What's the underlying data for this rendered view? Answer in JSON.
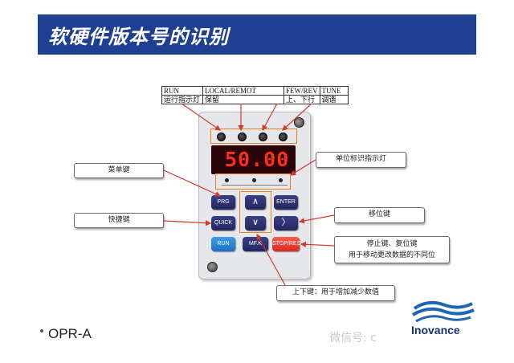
{
  "header": {
    "title": "软硬件版本号的识别"
  },
  "indicator_table": {
    "top_row": [
      "RUN",
      "LOCAL/REMOT",
      "FEW/REV",
      "TUNE"
    ],
    "bottom_row": [
      "运行指示灯",
      "保留",
      "上、下行",
      "调谐"
    ]
  },
  "keypad": {
    "display_value": "50.00",
    "keys": {
      "prg": "PRG",
      "enter": "ENTER",
      "quick": "QUICK",
      "run": "RUN",
      "mfk": "MF.K",
      "stop_reset": "STOP/RES",
      "up": "∧",
      "down": "∨",
      "shift": "〉"
    },
    "display_color": "#ff2c20"
  },
  "callouts": {
    "menu_key": "菜单键",
    "quick_key": "快捷键",
    "unit_indicator": "单位标识指示灯",
    "shift_key": "移位键",
    "stop_reset_line1": "停止键、复位键",
    "stop_reset_line2": "用于移动更改数据的不同位",
    "up_down_key": "上下键：用于增加减少数值"
  },
  "footer": {
    "bullet_text": "OPR-A",
    "watermark": "微信号: c",
    "brand": "Inovance"
  },
  "colors": {
    "header_bg": "#1f3f93",
    "highlight": "#e8821c",
    "arrow": "#d43a2a"
  }
}
